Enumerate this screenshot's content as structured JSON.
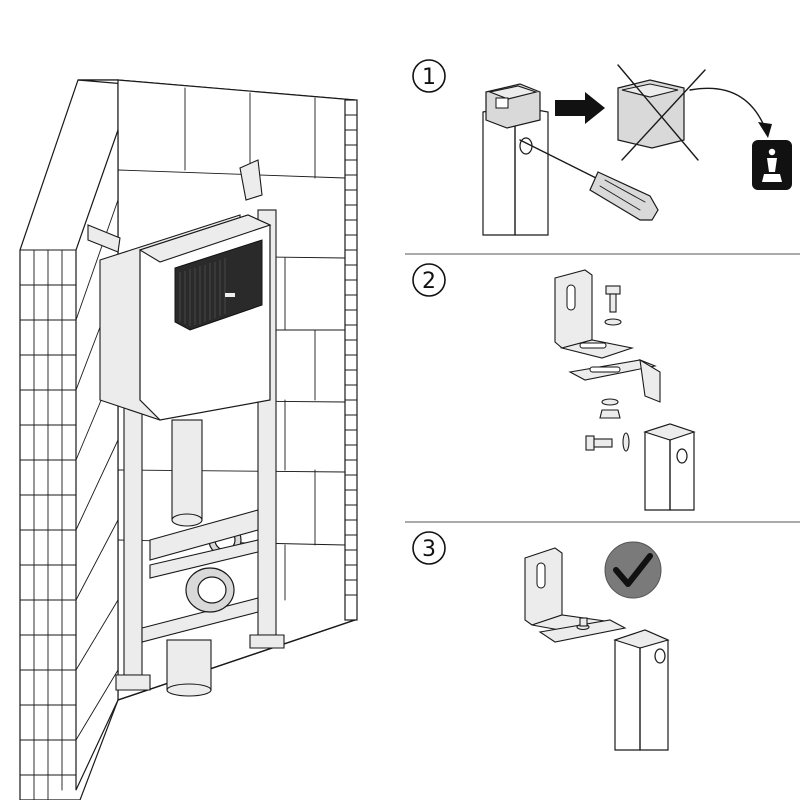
{
  "steps": [
    {
      "number": "1"
    },
    {
      "number": "2"
    },
    {
      "number": "3"
    }
  ],
  "colors": {
    "line": "#1a1a1a",
    "metal": "#d9d9d9",
    "dark_metal": "#2a2a2a",
    "check_badge": "#7a7a7a"
  },
  "icons": [
    "screwdriver-icon",
    "arrow-right-icon",
    "crossed-out-icon",
    "curved-arrow-icon",
    "trash-bin-icon",
    "checkmark-badge-icon"
  ]
}
